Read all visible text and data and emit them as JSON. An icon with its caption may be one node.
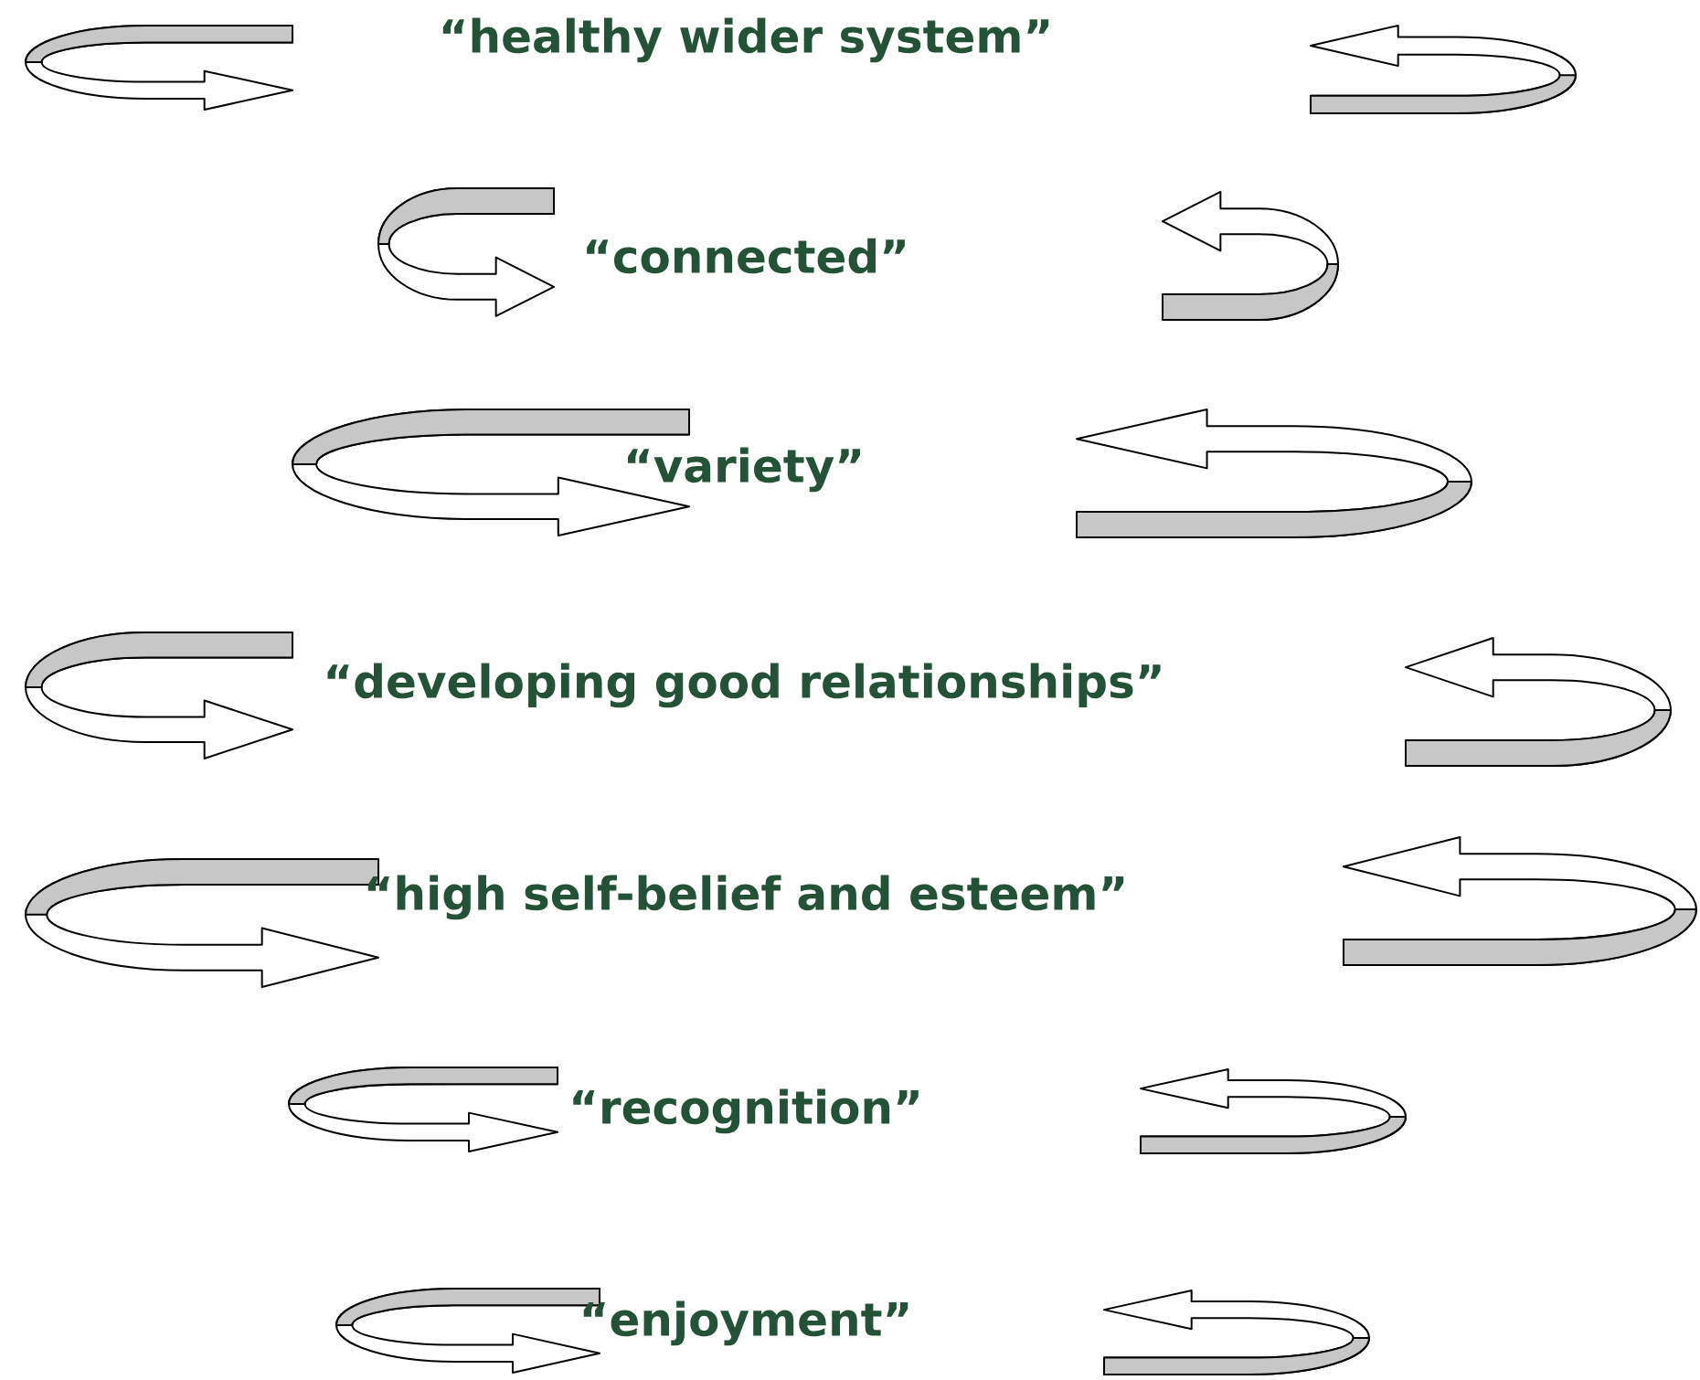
{
  "diagram": {
    "labels": [
      "“healthy wider system”",
      "“connected”",
      "“variety”",
      "“developing good relationships”",
      "“high self-belief and esteem”",
      "“recognition”",
      "“enjoyment”"
    ]
  }
}
